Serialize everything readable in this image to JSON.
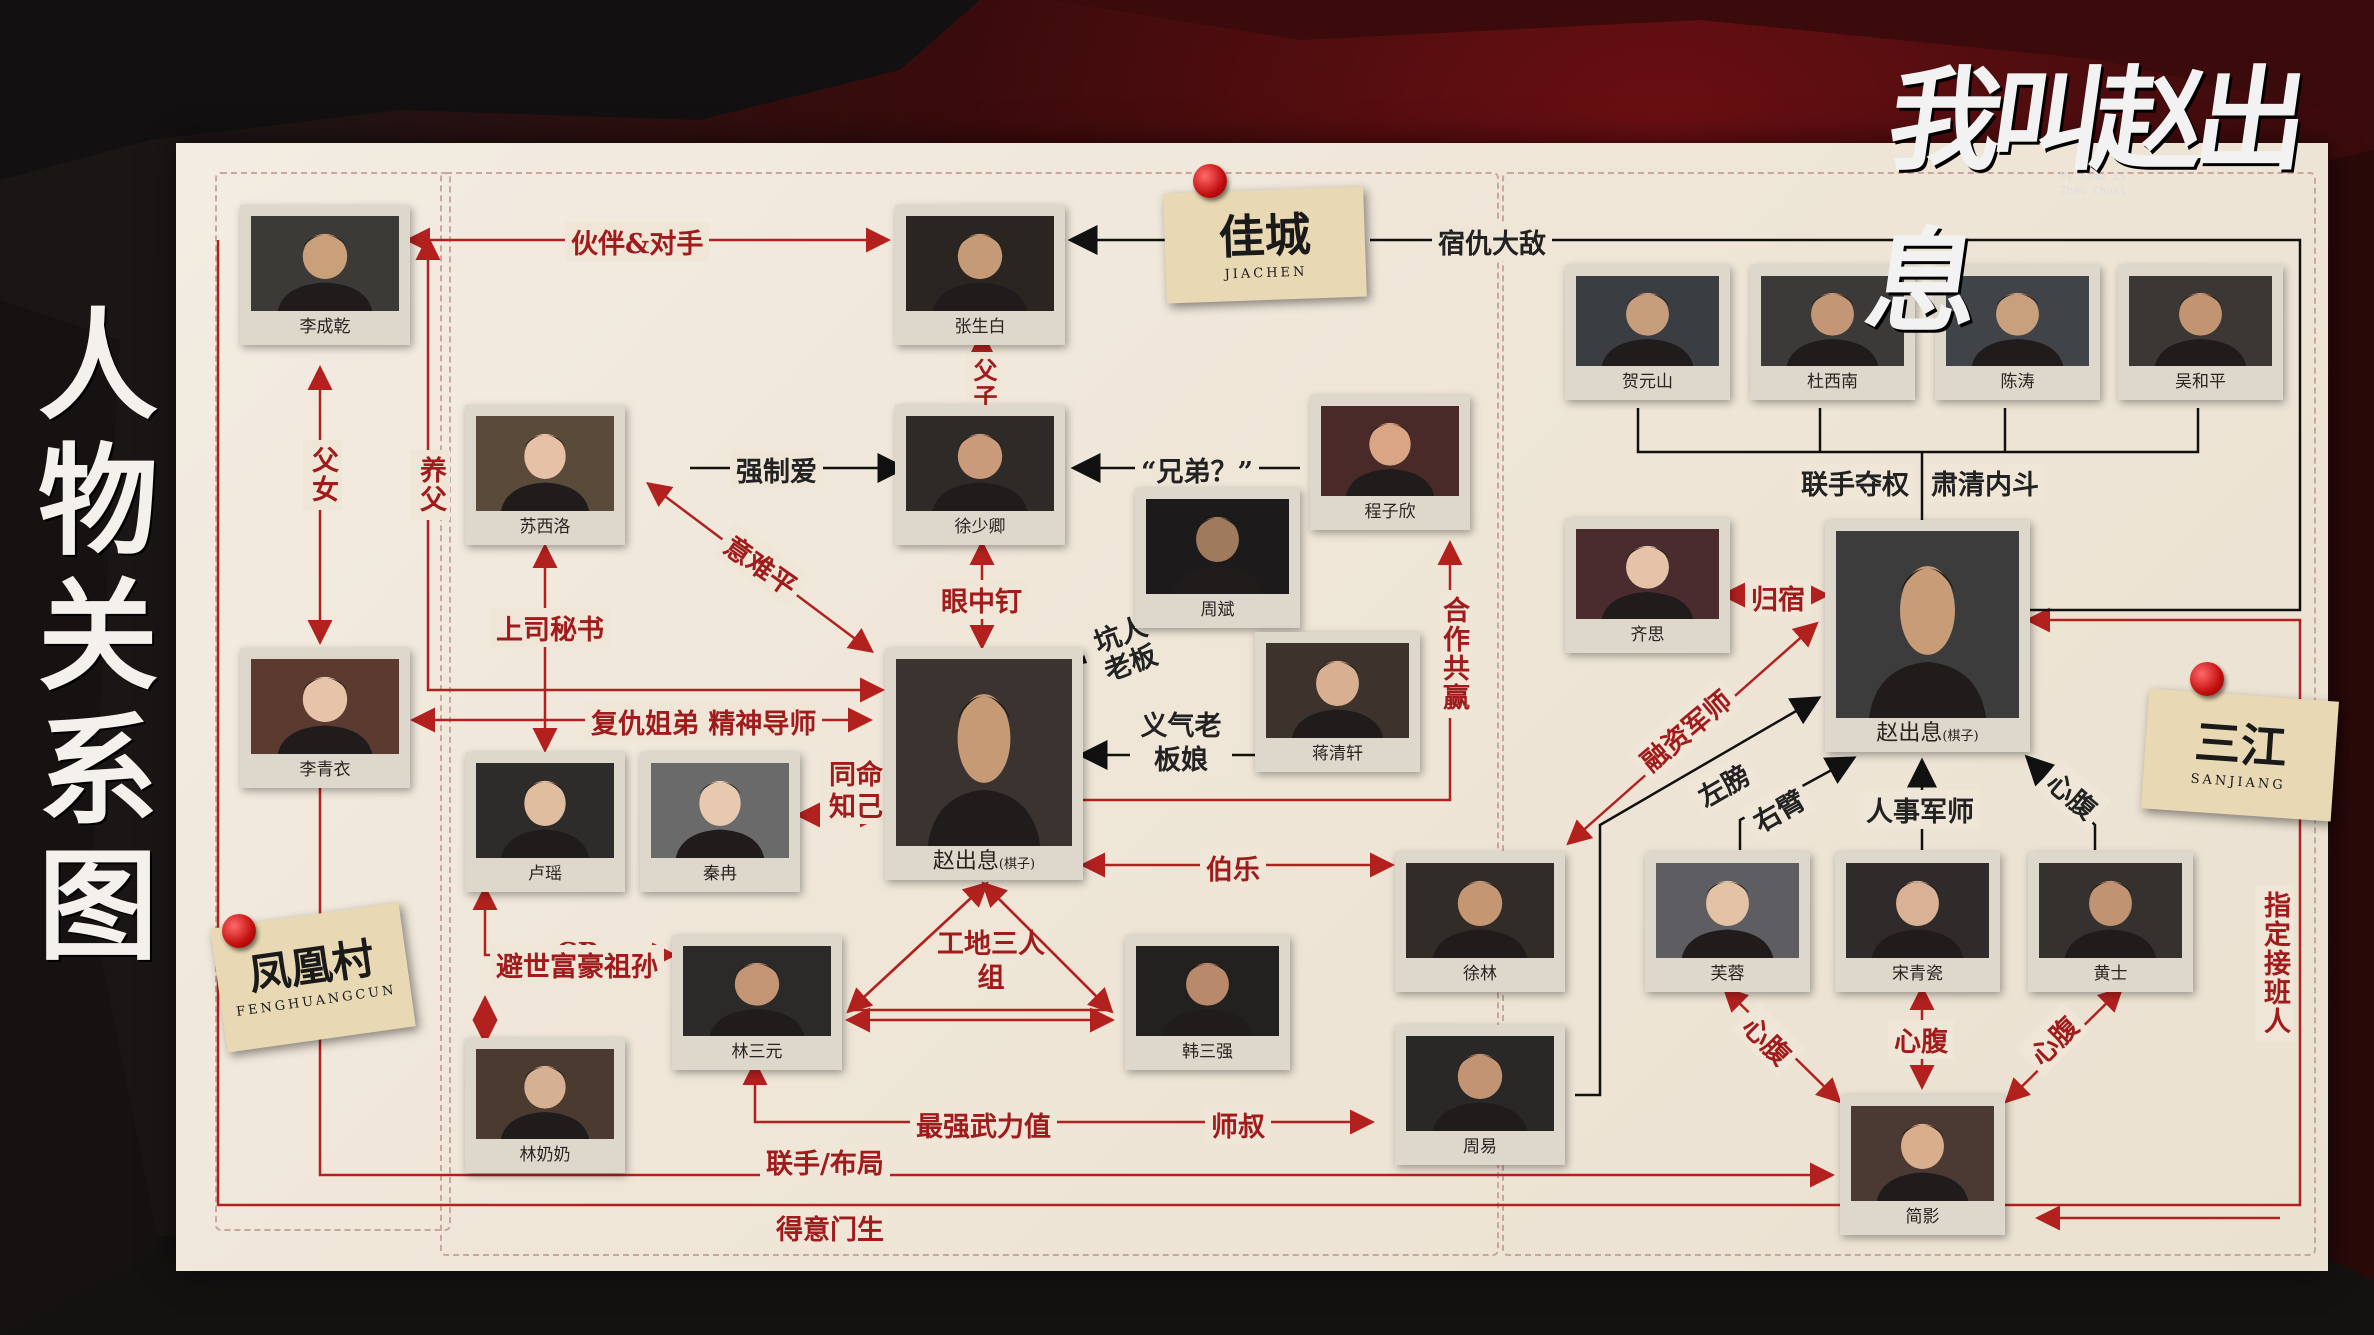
{
  "logo": {
    "title": "我叫赵出息",
    "subtitle_line1": "My name is",
    "subtitle_line2": "Zhao Chuxi"
  },
  "side_title": [
    "人",
    "物",
    "关",
    "系",
    "图"
  ],
  "zones": [
    {
      "name": "佳城",
      "pinyin": "JIACHEN"
    },
    {
      "name": "三江",
      "pinyin": "SANJIANG"
    },
    {
      "name": "凤凰村",
      "pinyin": "FENGHUANGCUN"
    }
  ],
  "characters": {
    "lichengqian": "李成乾",
    "zhangshengbai": "张生白",
    "suxiluo": "苏西洛",
    "xushaoqing": "徐少卿",
    "chengzixin": "程子欣",
    "zhoubin": "周斌",
    "liqingyi": "李青衣",
    "zhaochuxi": "赵出息",
    "zhaochuxi_note": "(棋子)",
    "jiangqingxuan": "蒋清轩",
    "luyao": "卢瑶",
    "qinran": "秦冉",
    "linsanyuan": "林三元",
    "hansanqiang": "韩三强",
    "xulin": "徐林",
    "linnainai": "林奶奶",
    "zhouyi": "周易",
    "heyuanshan": "贺元山",
    "duxinan": "杜西南",
    "chentao": "陈涛",
    "wuheping": "吴和平",
    "qisi": "齐思",
    "zhaochuxi2": "赵出息",
    "zhaochuxi2_note": "(棋子)",
    "furong": "芙蓉",
    "songqingci": "宋青瓷",
    "huangshi": "黄士",
    "jianying": "简影"
  },
  "relations": {
    "partner_rival": "伙伴&对手",
    "nemesis": "宿仇大敌",
    "father_son": "父子",
    "father_daughter": "父女",
    "adoptive_father": "养父",
    "forced_love": "强制爱",
    "brother_q": "“兄弟？”",
    "hard_to_calm": "意难平",
    "thorn": "眼中钉",
    "boss_secretary": "上司秘书",
    "trap_boss": "坑人老板",
    "loyal_landlady": "义气老板娘",
    "cooperate_win": "合作共赢",
    "revenge_siblings": "复仇姐弟 精神导师",
    "same_fate": "同命知己",
    "mentor_bole": "伯乐",
    "cp": "CP",
    "hidden_heir": "避世富豪祖孙",
    "site_trio": "工地三人组",
    "strongest": "最强武力值",
    "uncle_master": "师叔",
    "join_layout": "联手/布局",
    "proud_disciple": "得意门生",
    "power_struggle": "联手夺权",
    "purge": "肃清内斗",
    "return_home": "归宿",
    "finance_advisor": "融资军师",
    "left_arm": "左膀",
    "right_arm": "右臂",
    "hr_advisor": "人事军师",
    "confidant": "心腹",
    "successor": "指定接班人"
  }
}
